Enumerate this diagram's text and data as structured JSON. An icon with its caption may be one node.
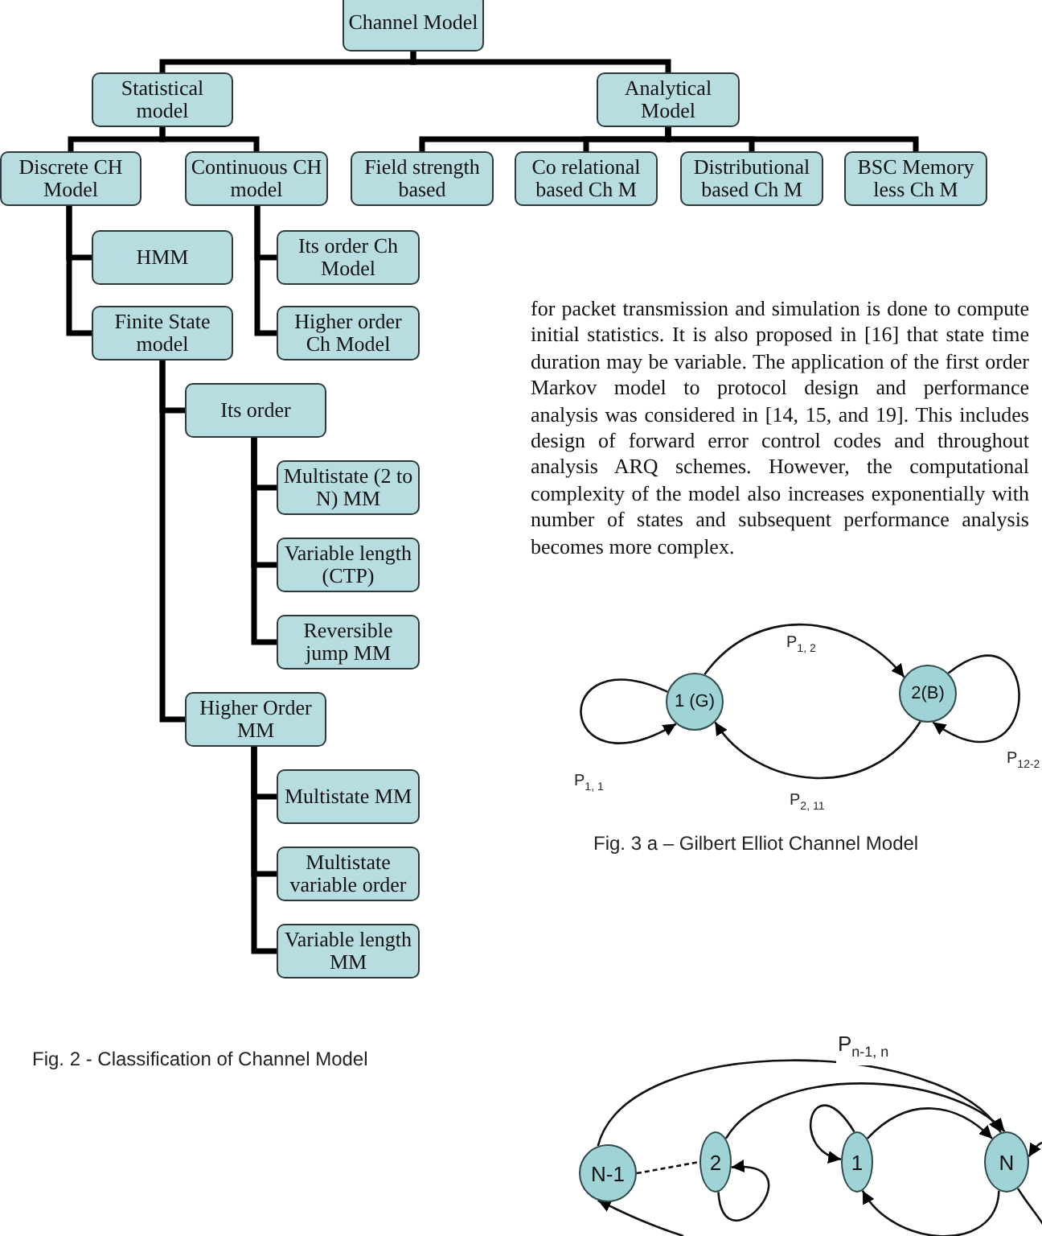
{
  "diagram": {
    "nodes": [
      {
        "text": [
          "Channel Model"
        ]
      },
      {
        "text": [
          "Statistical model"
        ]
      },
      {
        "text": [
          "Analytical Model"
        ]
      },
      {
        "text": [
          "Discrete CH Model"
        ]
      },
      {
        "text": [
          "Continuous CH model"
        ]
      },
      {
        "text": [
          "Field strength based"
        ]
      },
      {
        "text": [
          "Co relational based Ch M"
        ]
      },
      {
        "text": [
          "Distributional based Ch M"
        ]
      },
      {
        "text": [
          "BSC Memory less Ch M"
        ]
      },
      {
        "text": [
          "HMM"
        ]
      },
      {
        "text": [
          "Finite State model"
        ]
      },
      {
        "text": [
          "Its order Ch Model"
        ]
      },
      {
        "text": [
          "Higher order Ch Model"
        ]
      },
      {
        "text": [
          "Its order"
        ]
      },
      {
        "text": [
          "Multistate (2 to N) MM"
        ]
      },
      {
        "text": [
          "Variable length (CTP)"
        ]
      },
      {
        "text": [
          "Reversible jump MM"
        ]
      },
      {
        "text": [
          "Higher Order MM"
        ]
      },
      {
        "text": [
          "Multistate MM"
        ]
      },
      {
        "text": [
          "Multistate variable order"
        ]
      },
      {
        "text": [
          "Variable length MM"
        ]
      },
      {
        "text": [
          "1 (G)"
        ]
      },
      {
        "text": [
          "2(B)"
        ]
      },
      {
        "text": [
          "N-1"
        ]
      },
      {
        "text": [
          "2"
        ]
      },
      {
        "text": [
          "1"
        ]
      },
      {
        "text": [
          "N"
        ]
      }
    ],
    "edges": [
      {
        "from": 0,
        "to": 1,
        "arrow": "none"
      },
      {
        "from": 0,
        "to": 2,
        "arrow": "none"
      },
      {
        "from": 1,
        "to": 3,
        "arrow": "none"
      },
      {
        "from": 1,
        "to": 4,
        "arrow": "none"
      },
      {
        "from": 2,
        "to": 5,
        "arrow": "none"
      },
      {
        "from": 2,
        "to": 6,
        "arrow": "none"
      },
      {
        "from": 2,
        "to": 7,
        "arrow": "none"
      },
      {
        "from": 2,
        "to": 8,
        "arrow": "none"
      },
      {
        "from": 3,
        "to": 9,
        "arrow": "none"
      },
      {
        "from": 3,
        "to": 10,
        "arrow": "none"
      },
      {
        "from": 4,
        "to": 11,
        "arrow": "none"
      },
      {
        "from": 4,
        "to": 12,
        "arrow": "none"
      },
      {
        "from": 10,
        "to": 13,
        "arrow": "none"
      },
      {
        "from": 10,
        "to": 17,
        "arrow": "none"
      },
      {
        "from": 13,
        "to": 14,
        "arrow": "none"
      },
      {
        "from": 13,
        "to": 15,
        "arrow": "none"
      },
      {
        "from": 13,
        "to": 16,
        "arrow": "none"
      },
      {
        "from": 17,
        "to": 18,
        "arrow": "none"
      },
      {
        "from": 17,
        "to": 19,
        "arrow": "none"
      },
      {
        "from": 17,
        "to": 20,
        "arrow": "none"
      },
      {
        "from": 21,
        "to": 21,
        "arrow": "to",
        "label": "P$_{1, 1}$"
      },
      {
        "from": 21,
        "to": 22,
        "arrow": "to",
        "label": "P$_{1, 2}$"
      },
      {
        "from": 22,
        "to": 21,
        "arrow": "to",
        "label": "P$_{2, 11}$"
      },
      {
        "from": 22,
        "to": 22,
        "arrow": "to",
        "label": "P$_{12-2}$"
      },
      {
        "from": 23,
        "to": 26,
        "arrow": "to",
        "label": "P$_{n-1, n}$"
      },
      {
        "from": 24,
        "to": 26,
        "arrow": "to"
      },
      {
        "from": 25,
        "to": 25,
        "arrow": "to"
      },
      {
        "from": 25,
        "to": 26,
        "arrow": "to"
      },
      {
        "from": 26,
        "to": 25,
        "arrow": "to"
      },
      {
        "from": 24,
        "to": 24,
        "arrow": "to"
      },
      {
        "from": 23,
        "to": 24,
        "arrow": "none",
        "style": "dashed"
      },
      {
        "from": null,
        "to": 23,
        "arrow": "to"
      },
      {
        "from": null,
        "to": 26,
        "arrow": "to"
      },
      {
        "from": 26,
        "to": null,
        "arrow": "none"
      }
    ],
    "labels": [
      "for packet transmission and simulation is done to compute initial statistics. It is also proposed in [16] that state time duration may be variable. The application of the first order Markov model to protocol design and performance analysis was considered in [14, 15, and 19]. This includes design of forward error control codes and throughout analysis ARQ schemes. However, the computational complexity of the model also increases exponentially with number of states and subsequent performance analysis becomes more complex.",
      "Fig. 3 a – Gilbert Elliot Channel Model",
      "Fig. 2 - Classification of Channel Model"
    ]
  }
}
